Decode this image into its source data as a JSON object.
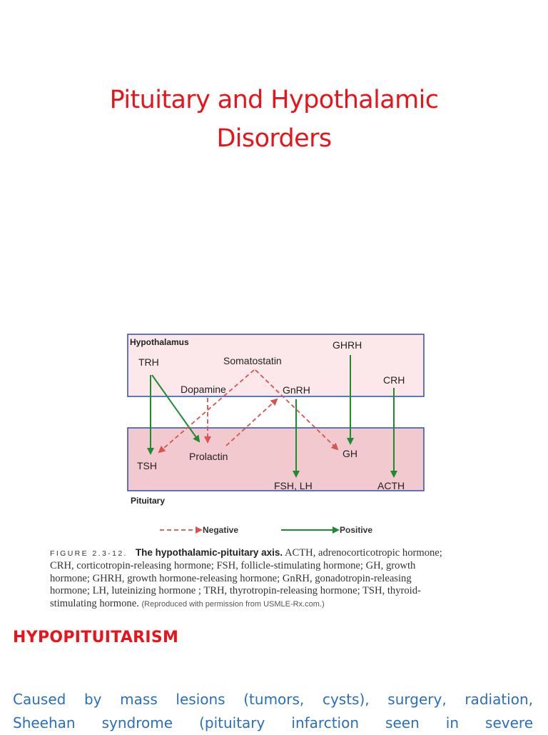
{
  "slide": {
    "title_line1": "Pituitary and Hypothalamic",
    "title_line2": "Disorders",
    "section_heading": "HYPOPITUITARISM",
    "body_line1": "Caused by mass lesions (tumors, cysts), surgery, radiation,",
    "body_line2": "Sheehan syndrome (pituitary infarction seen in severe"
  },
  "diagram": {
    "hypothalamus_label": "Hypothalamus",
    "pituitary_label": "Pituitary",
    "hypothalamic_hormones": {
      "trh": "TRH",
      "somatostatin": "Somatostatin",
      "dopamine": "Dopamine",
      "gnrh": "GnRH",
      "ghrh": "GHRH",
      "crh": "CRH"
    },
    "pituitary_hormones": {
      "tsh": "TSH",
      "prolactin": "Prolactin",
      "fsh_lh": "FSH, LH",
      "gh": "GH",
      "acth": "ACTH"
    },
    "legend": {
      "negative": "Negative",
      "positive": "Positive"
    },
    "colors": {
      "hypothalamus_fill": "#fce8ea",
      "pituitary_fill": "#f2c9cf",
      "box_border": "#2f4fa0",
      "positive": "#1e8a34",
      "negative": "#d9534f"
    }
  },
  "caption": {
    "figure_label": "FIGURE 2.3-12.",
    "figure_title": "The hypothalamic-pituitary axis.",
    "line1": "ACTH, adrenocorticotropic hormone;",
    "line2": "CRH, corticotropin-releasing hormone; FSH, follicle-stimulating hormone; GH, growth",
    "line3": "hormone; GHRH, growth hormone-releasing hormone; GnRH, gonadotropin-releasing",
    "line4": "hormone; LH, luteinizing hormone ; TRH, thyrotropin-releasing hormone; TSH, thyroid-",
    "line5": "stimulating hormone.",
    "credit": "(Reproduced with permission from USMLE-Rx.com.)"
  }
}
